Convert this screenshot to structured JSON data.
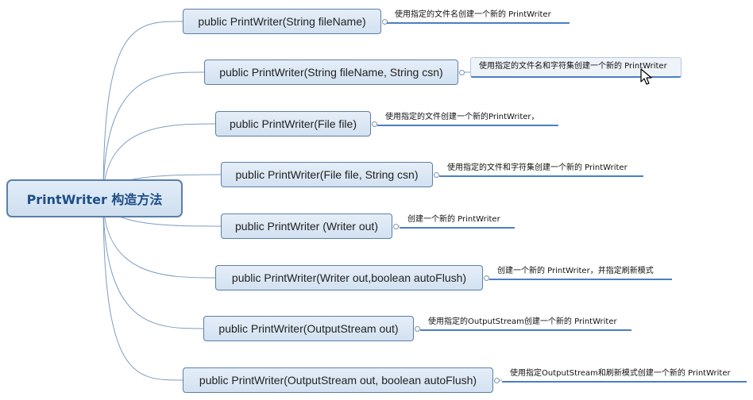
{
  "root": {
    "label": "PrintWriter 构造方法"
  },
  "branches": [
    {
      "label": "public PrintWriter(String fileName)",
      "note": "使用指定的文件名创建一个新的 PrintWriter"
    },
    {
      "label": "public PrintWriter(String fileName, String csn)",
      "note": "使用指定的文件名和字符集创建一个新的 PrintWriter"
    },
    {
      "label": "public PrintWriter(File file)",
      "note": "使用指定的文件创建一个新的PrintWriter，"
    },
    {
      "label": "public PrintWriter(File file, String csn)",
      "note": "使用指定的文件和字符集创建一个新的 PrintWriter"
    },
    {
      "label": "public PrintWriter (Writer out)",
      "note": "创建一个新的 PrintWriter"
    },
    {
      "label": "public PrintWriter(Writer out,boolean autoFlush)",
      "note": "创建一个新的 PrintWriter，并指定刷新模式"
    },
    {
      "label": "public PrintWriter(OutputStream out)",
      "note": "使用指定的OutputStream创建一个新的 PrintWriter"
    },
    {
      "label": "public PrintWriter(OutputStream out, boolean autoFlush)",
      "note": "使用指定OutputStream和刷新模式创建一个新的 PrintWriter"
    }
  ],
  "colors": {
    "edge": "#7f9cc0",
    "node_border": "#5b7fa8",
    "note_underline": "#4a7fc0"
  }
}
